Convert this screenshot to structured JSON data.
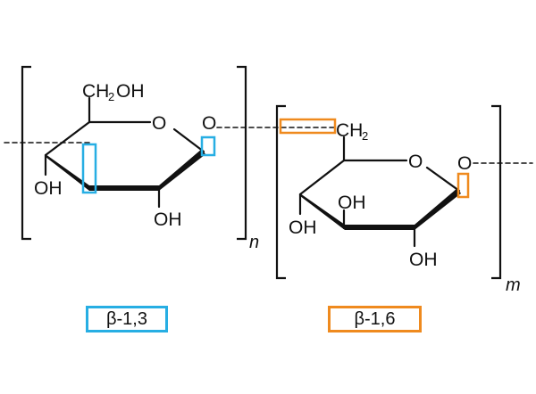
{
  "colors": {
    "beta13": "#27aee3",
    "beta16": "#ef8a1e",
    "ink": "#111111"
  },
  "unit1": {
    "ch2oh": "CH",
    "ch2oh_sub": "2",
    "ch2oh_oh": "OH",
    "ring_o": "O",
    "glyco_o": "O",
    "oh_left": "OH",
    "oh_bottom": "OH",
    "repeat": "n"
  },
  "unit2": {
    "ch2": "CH",
    "ch2_sub": "2",
    "ring_o": "O",
    "glyco_o": "O",
    "oh_mid": "OH",
    "oh_left": "OH",
    "oh_bottom": "OH",
    "repeat": "m"
  },
  "legend": {
    "beta13": "β-1,3",
    "beta16": "β-1,6"
  }
}
